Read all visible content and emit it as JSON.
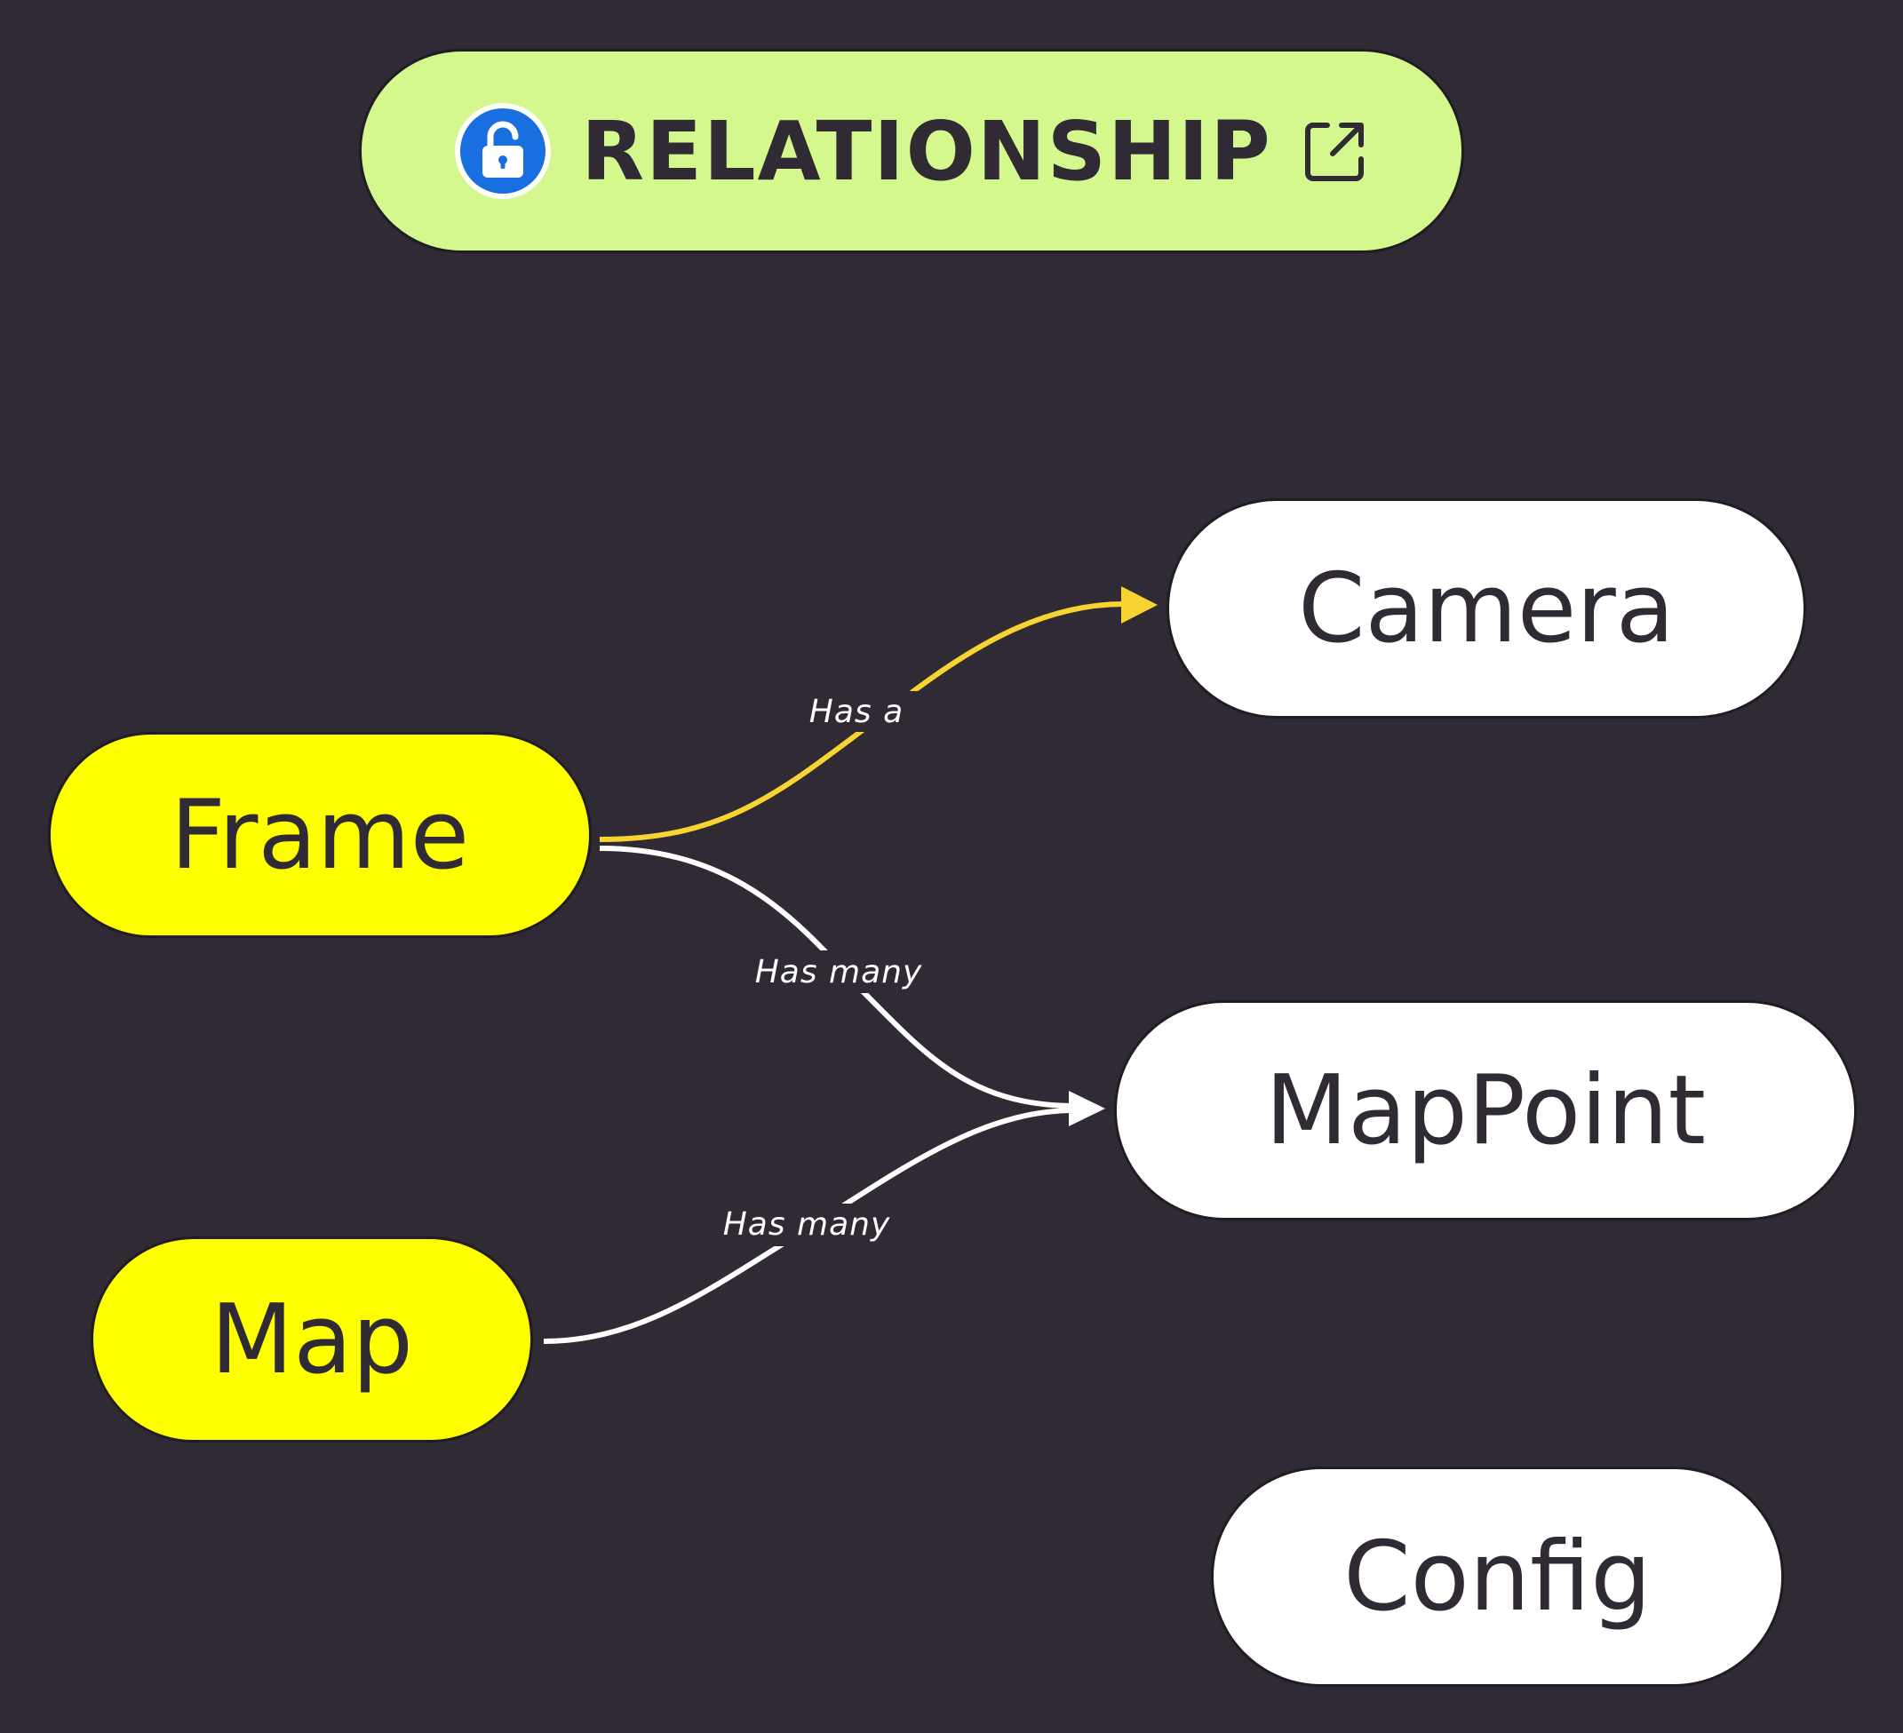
{
  "header": {
    "title": "RELATIONSHIP",
    "lock_icon": "unlocked-lock-icon",
    "open_icon": "external-link-icon",
    "background_color": "#d5f88e",
    "badge_color": "#1a6fe0"
  },
  "nodes": [
    {
      "id": "frame",
      "label": "Frame",
      "color": "#ffff00"
    },
    {
      "id": "map",
      "label": "Map",
      "color": "#ffff00"
    },
    {
      "id": "camera",
      "label": "Camera",
      "color": "#ffffff"
    },
    {
      "id": "mappoint",
      "label": "MapPoint",
      "color": "#ffffff"
    },
    {
      "id": "config",
      "label": "Config",
      "color": "#ffffff"
    }
  ],
  "edges": [
    {
      "from": "Frame",
      "to": "Camera",
      "label": "Has a",
      "color": "#f7d431"
    },
    {
      "from": "Frame",
      "to": "MapPoint",
      "label": "Has many",
      "color": "#ffffff"
    },
    {
      "from": "Map",
      "to": "MapPoint",
      "label": "Has many",
      "color": "#ffffff"
    }
  ],
  "canvas_background": "#2f2a33"
}
